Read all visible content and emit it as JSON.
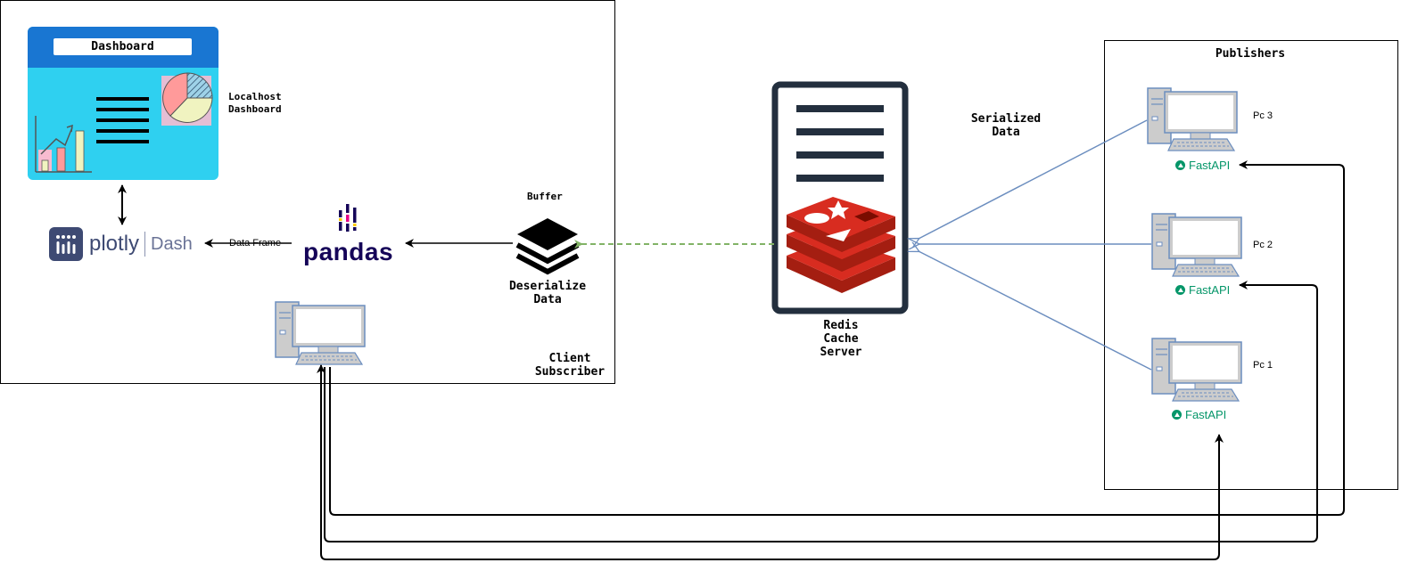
{
  "client": {
    "label_line1": "Client",
    "label_line2": "Subscriber",
    "dashboard_header": "Dashboard",
    "dashboard_label_line1": "Localhost",
    "dashboard_label_line2": "Dashboard",
    "plotly_word": "plotly",
    "dash_word": "Dash",
    "data_frame_label": "Data Frame",
    "pandas_word": "pandas",
    "buffer_label": "Buffer",
    "deserialize_line1": "Deserialize",
    "deserialize_line2": "Data"
  },
  "redis": {
    "label_line1": "Redis",
    "label_line2": "Cache",
    "label_line3": "Server",
    "serialized_line1": "Serialized",
    "serialized_line2": "Data"
  },
  "publishers": {
    "title": "Publishers",
    "pcs": [
      {
        "name": "Pc 3",
        "api": "FastAPI"
      },
      {
        "name": "Pc 2",
        "api": "FastAPI"
      },
      {
        "name": "Pc 1",
        "api": "FastAPI"
      }
    ]
  },
  "colors": {
    "dashboard_blue": "#1976D2",
    "dashboard_cyan": "#2FD0F0",
    "redis_red": "#D82C20",
    "server_navy": "#232F3E",
    "fastapi_green": "#059669",
    "arrow_blue": "#6C8EBF",
    "arrow_green_dashed": "#82B366"
  }
}
